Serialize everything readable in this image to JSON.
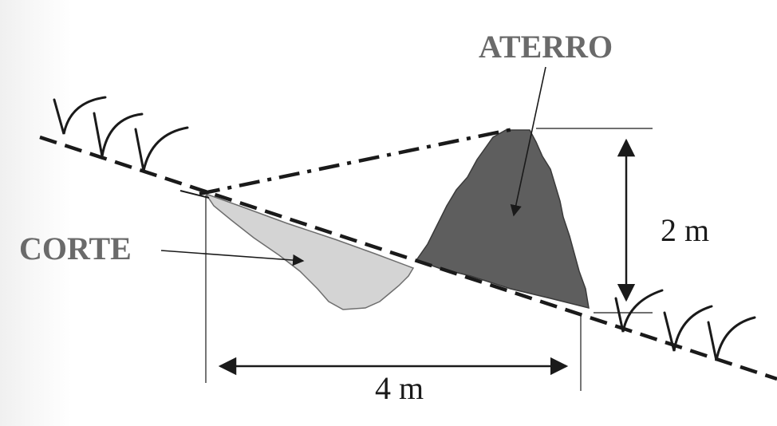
{
  "diagram": {
    "labels": {
      "fill": "ATERRO",
      "cut": "CORTE",
      "height": "2 m",
      "width": "4 m"
    },
    "icons": {
      "vegetation": "grass-tuft-icon"
    },
    "colors": {
      "fill_mass": "#5e5e5e",
      "cut_mass": "#d4d4d4",
      "ink": "#1a1a1a",
      "label_gray": "#6a6a6a"
    }
  }
}
